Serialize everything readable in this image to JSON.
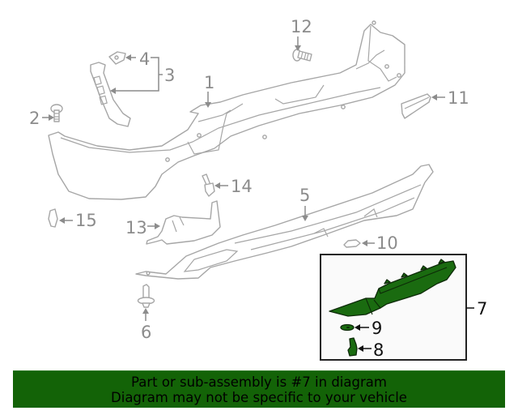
{
  "diagram": {
    "callouts": [
      {
        "id": "1",
        "label": "1"
      },
      {
        "id": "2",
        "label": "2"
      },
      {
        "id": "3",
        "label": "3"
      },
      {
        "id": "4",
        "label": "4"
      },
      {
        "id": "5",
        "label": "5"
      },
      {
        "id": "6",
        "label": "6"
      },
      {
        "id": "7",
        "label": "7"
      },
      {
        "id": "8",
        "label": "8"
      },
      {
        "id": "9",
        "label": "9"
      },
      {
        "id": "10",
        "label": "10"
      },
      {
        "id": "11",
        "label": "11"
      },
      {
        "id": "12",
        "label": "12"
      },
      {
        "id": "13",
        "label": "13"
      },
      {
        "id": "14",
        "label": "14"
      },
      {
        "id": "15",
        "label": "15"
      }
    ],
    "highlighted_part": "7",
    "highlight_color": "#1a6b10"
  },
  "banner": {
    "line1": "Part or sub-assembly is #7 in diagram",
    "line2": "Diagram may not be specific to your vehicle",
    "background": "#136307"
  }
}
